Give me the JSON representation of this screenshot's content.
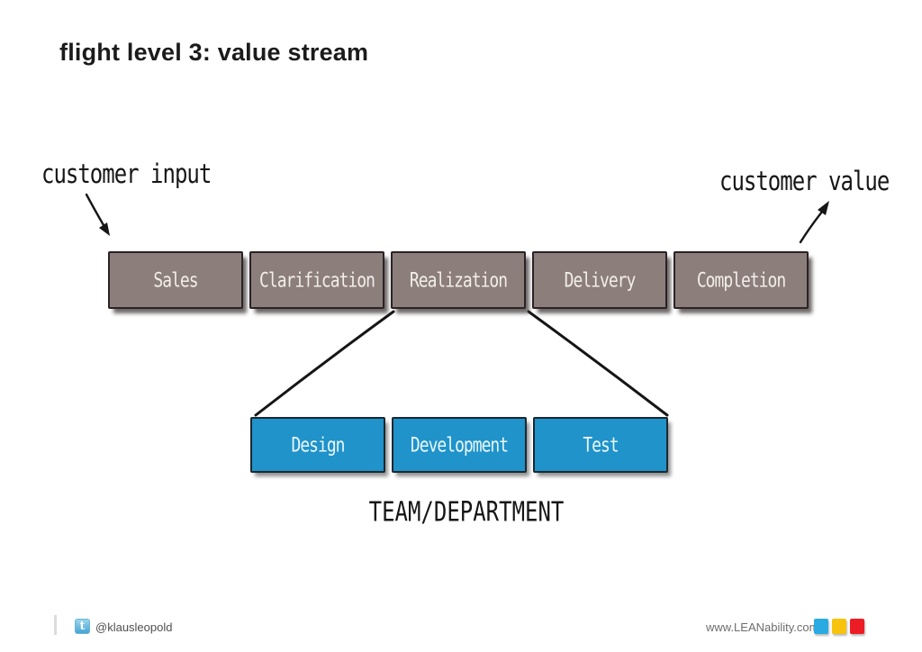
{
  "title": "flight level 3: value stream",
  "annotations": {
    "customer_input": "customer input",
    "customer_value": "customer value"
  },
  "value_stream": {
    "stages": [
      "Sales",
      "Clarification",
      "Realization",
      "Delivery",
      "Completion"
    ]
  },
  "team": {
    "boxes": [
      "Design",
      "Development",
      "Test"
    ],
    "caption": "TEAM/DEPARTMENT"
  },
  "footer": {
    "twitter_handle": "@klausleopold",
    "twitter_icon_glyph": "t",
    "website": "www.LEANability.com",
    "logo_colors": [
      "#29abe2",
      "#f7c30c",
      "#ec1c24"
    ]
  },
  "colors": {
    "stage_box_fill": "#8c7e7b",
    "team_box_fill": "#1f93ca",
    "ink": "#1b1b1b"
  }
}
